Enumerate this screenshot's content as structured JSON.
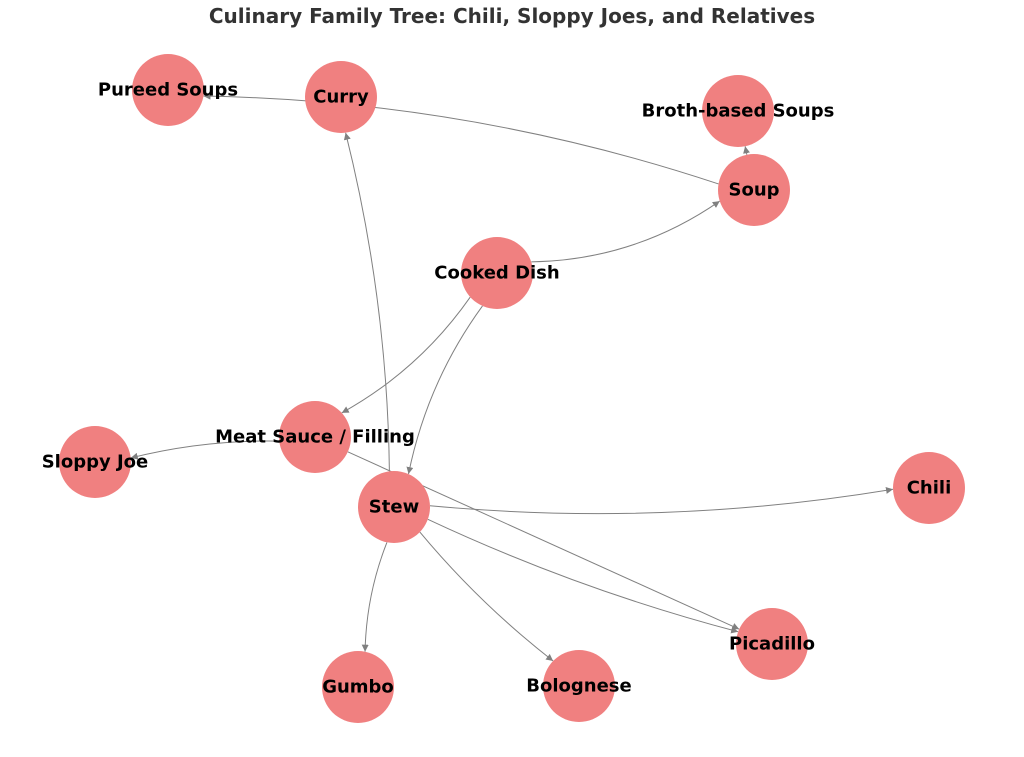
{
  "title": "Culinary Family Tree: Chili, Sloppy Joes, and Relatives",
  "colors": {
    "node_fill": "#f08080",
    "edge": "#808080",
    "label": "#000000",
    "title": "#333333"
  },
  "nodes": [
    {
      "id": "pureed",
      "label": "Pureed Soups"
    },
    {
      "id": "curry",
      "label": "Curry"
    },
    {
      "id": "broth",
      "label": "Broth-based Soups"
    },
    {
      "id": "soup",
      "label": "Soup"
    },
    {
      "id": "cooked",
      "label": "Cooked Dish"
    },
    {
      "id": "meat",
      "label": "Meat Sauce / Filling"
    },
    {
      "id": "sloppy",
      "label": "Sloppy Joe"
    },
    {
      "id": "stew",
      "label": "Stew"
    },
    {
      "id": "chili",
      "label": "Chili"
    },
    {
      "id": "picadillo",
      "label": "Picadillo"
    },
    {
      "id": "gumbo",
      "label": "Gumbo"
    },
    {
      "id": "bolognese",
      "label": "Bolognese"
    }
  ],
  "edges": [
    {
      "from": "cooked",
      "to": "soup"
    },
    {
      "from": "cooked",
      "to": "meat"
    },
    {
      "from": "cooked",
      "to": "stew"
    },
    {
      "from": "soup",
      "to": "broth"
    },
    {
      "from": "soup",
      "to": "pureed"
    },
    {
      "from": "stew",
      "to": "curry"
    },
    {
      "from": "stew",
      "to": "chili"
    },
    {
      "from": "stew",
      "to": "picadillo"
    },
    {
      "from": "stew",
      "to": "gumbo"
    },
    {
      "from": "stew",
      "to": "bolognese"
    },
    {
      "from": "meat",
      "to": "sloppy"
    },
    {
      "from": "meat",
      "to": "picadillo"
    }
  ]
}
